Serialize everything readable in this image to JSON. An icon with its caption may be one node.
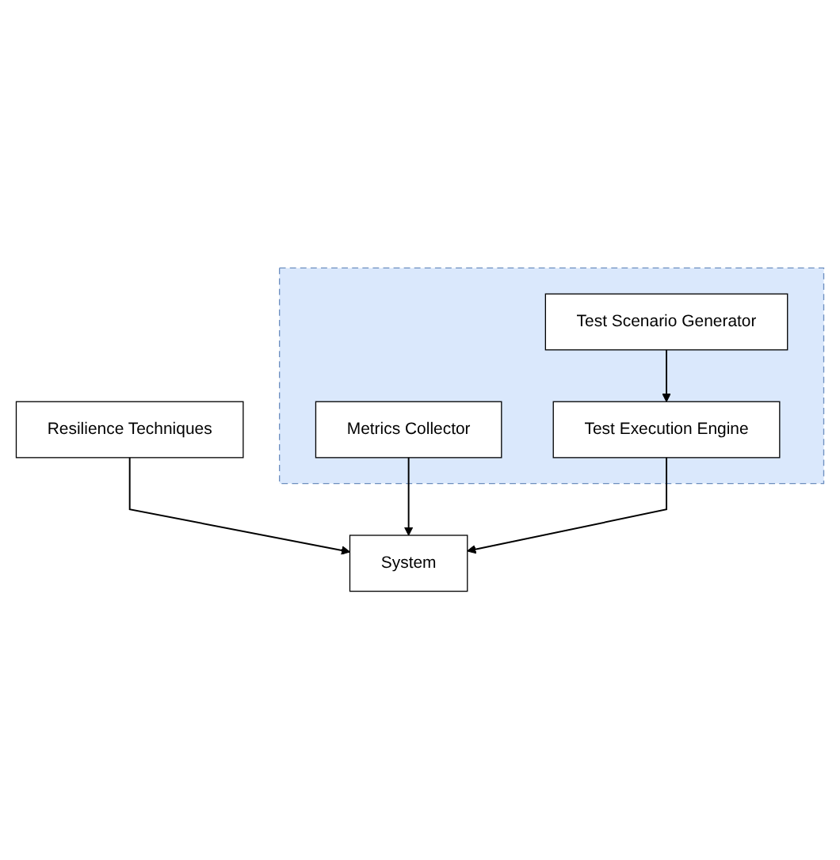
{
  "diagram": {
    "nodes": [
      {
        "text": [
          "Resilience Techniques"
        ]
      },
      {
        "text": [],
        "shape": "box"
      },
      {
        "text": [
          "Test Scenario Generator"
        ],
        "in": 1
      },
      {
        "text": [
          "Test Execution Engine"
        ],
        "in": 1
      },
      {
        "text": [
          "Metrics Collector"
        ],
        "in": 1
      },
      {
        "text": [
          "System"
        ]
      }
    ],
    "edges": [
      {
        "from": 0,
        "to": 5,
        "arrow": "to"
      },
      {
        "from": 2,
        "to": 3,
        "arrow": "to"
      },
      {
        "from": 4,
        "to": 5,
        "arrow": "to"
      },
      {
        "from": 3,
        "to": 5,
        "arrow": "to"
      }
    ]
  }
}
